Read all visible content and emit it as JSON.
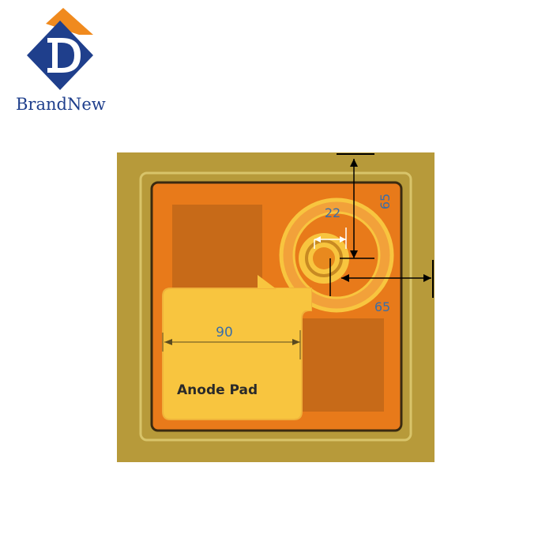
{
  "brand": {
    "name": "BrandNew"
  },
  "diagram": {
    "anode_label": "Anode Pad",
    "dimensions": {
      "anode_width": "90",
      "aperture": "22",
      "vertical_offset": "65",
      "horizontal_offset": "65"
    }
  },
  "colors": {
    "brand_blue": "#1f3f8c",
    "brand_orange": "#f08a1e",
    "substrate": "#b79a3a",
    "die_orange": "#e87a1a",
    "pad_yellow": "#f8c53f",
    "dim_text": "#3a6ea8"
  }
}
